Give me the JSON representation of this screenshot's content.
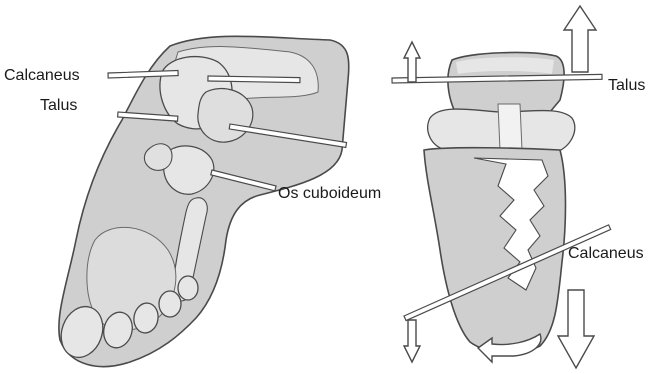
{
  "labels": {
    "left_calcaneus": "Calcaneus",
    "left_talus": "Talus",
    "os_cuboideum": "Os cuboideum",
    "right_talus": "Talus",
    "right_calcaneus": "Calcaneus"
  },
  "colors": {
    "bone_fill": "#cfcfcf",
    "bone_light": "#e6e6e6",
    "outline": "#4a4a4a",
    "pin": "#ffffff",
    "arrow_fill": "#ffffff"
  }
}
